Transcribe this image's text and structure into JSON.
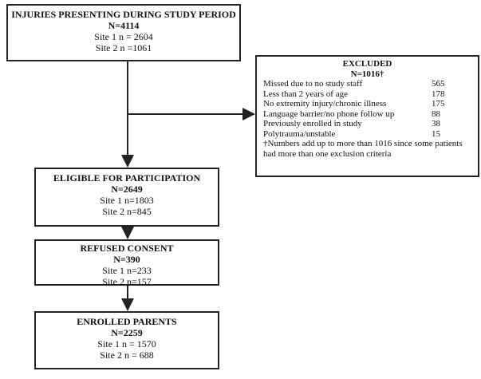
{
  "injuries": {
    "title": "INJURIES PRESENTING DURING STUDY PERIOD",
    "total": "N=4114",
    "site1": "Site 1 n = 2604",
    "site2": "Site 2 n =1061"
  },
  "excluded": {
    "title": "EXCLUDED",
    "total": "N=1016†",
    "rows": [
      {
        "label": "Missed due to no study staff",
        "value": "565"
      },
      {
        "label": "Less than 2 years of age",
        "value": "178"
      },
      {
        "label": "No extremity injury/chronic illness",
        "value": "175"
      },
      {
        "label": "Language barrier/no phone follow up",
        "value": "88"
      },
      {
        "label": "Previously enrolled in study",
        "value": "38"
      },
      {
        "label": "Polytrauma/unstable",
        "value": "15"
      }
    ],
    "note": "†Numbers add up to more than 1016 since some patients had more than one exclusion criteria"
  },
  "eligible": {
    "title": "ELIGIBLE FOR PARTICIPATION",
    "total": "N=2649",
    "site1": "Site 1 n=1803",
    "site2": "Site 2 n=845"
  },
  "refused": {
    "title": "REFUSED CONSENT",
    "total": "N=390",
    "site1": "Site 1 n=233",
    "site2": "Site 2 n=157"
  },
  "enrolled": {
    "title": "ENROLLED PARENTS",
    "total": "N=2259",
    "site1": "Site 1 n = 1570",
    "site2": "Site 2 n = 688"
  }
}
